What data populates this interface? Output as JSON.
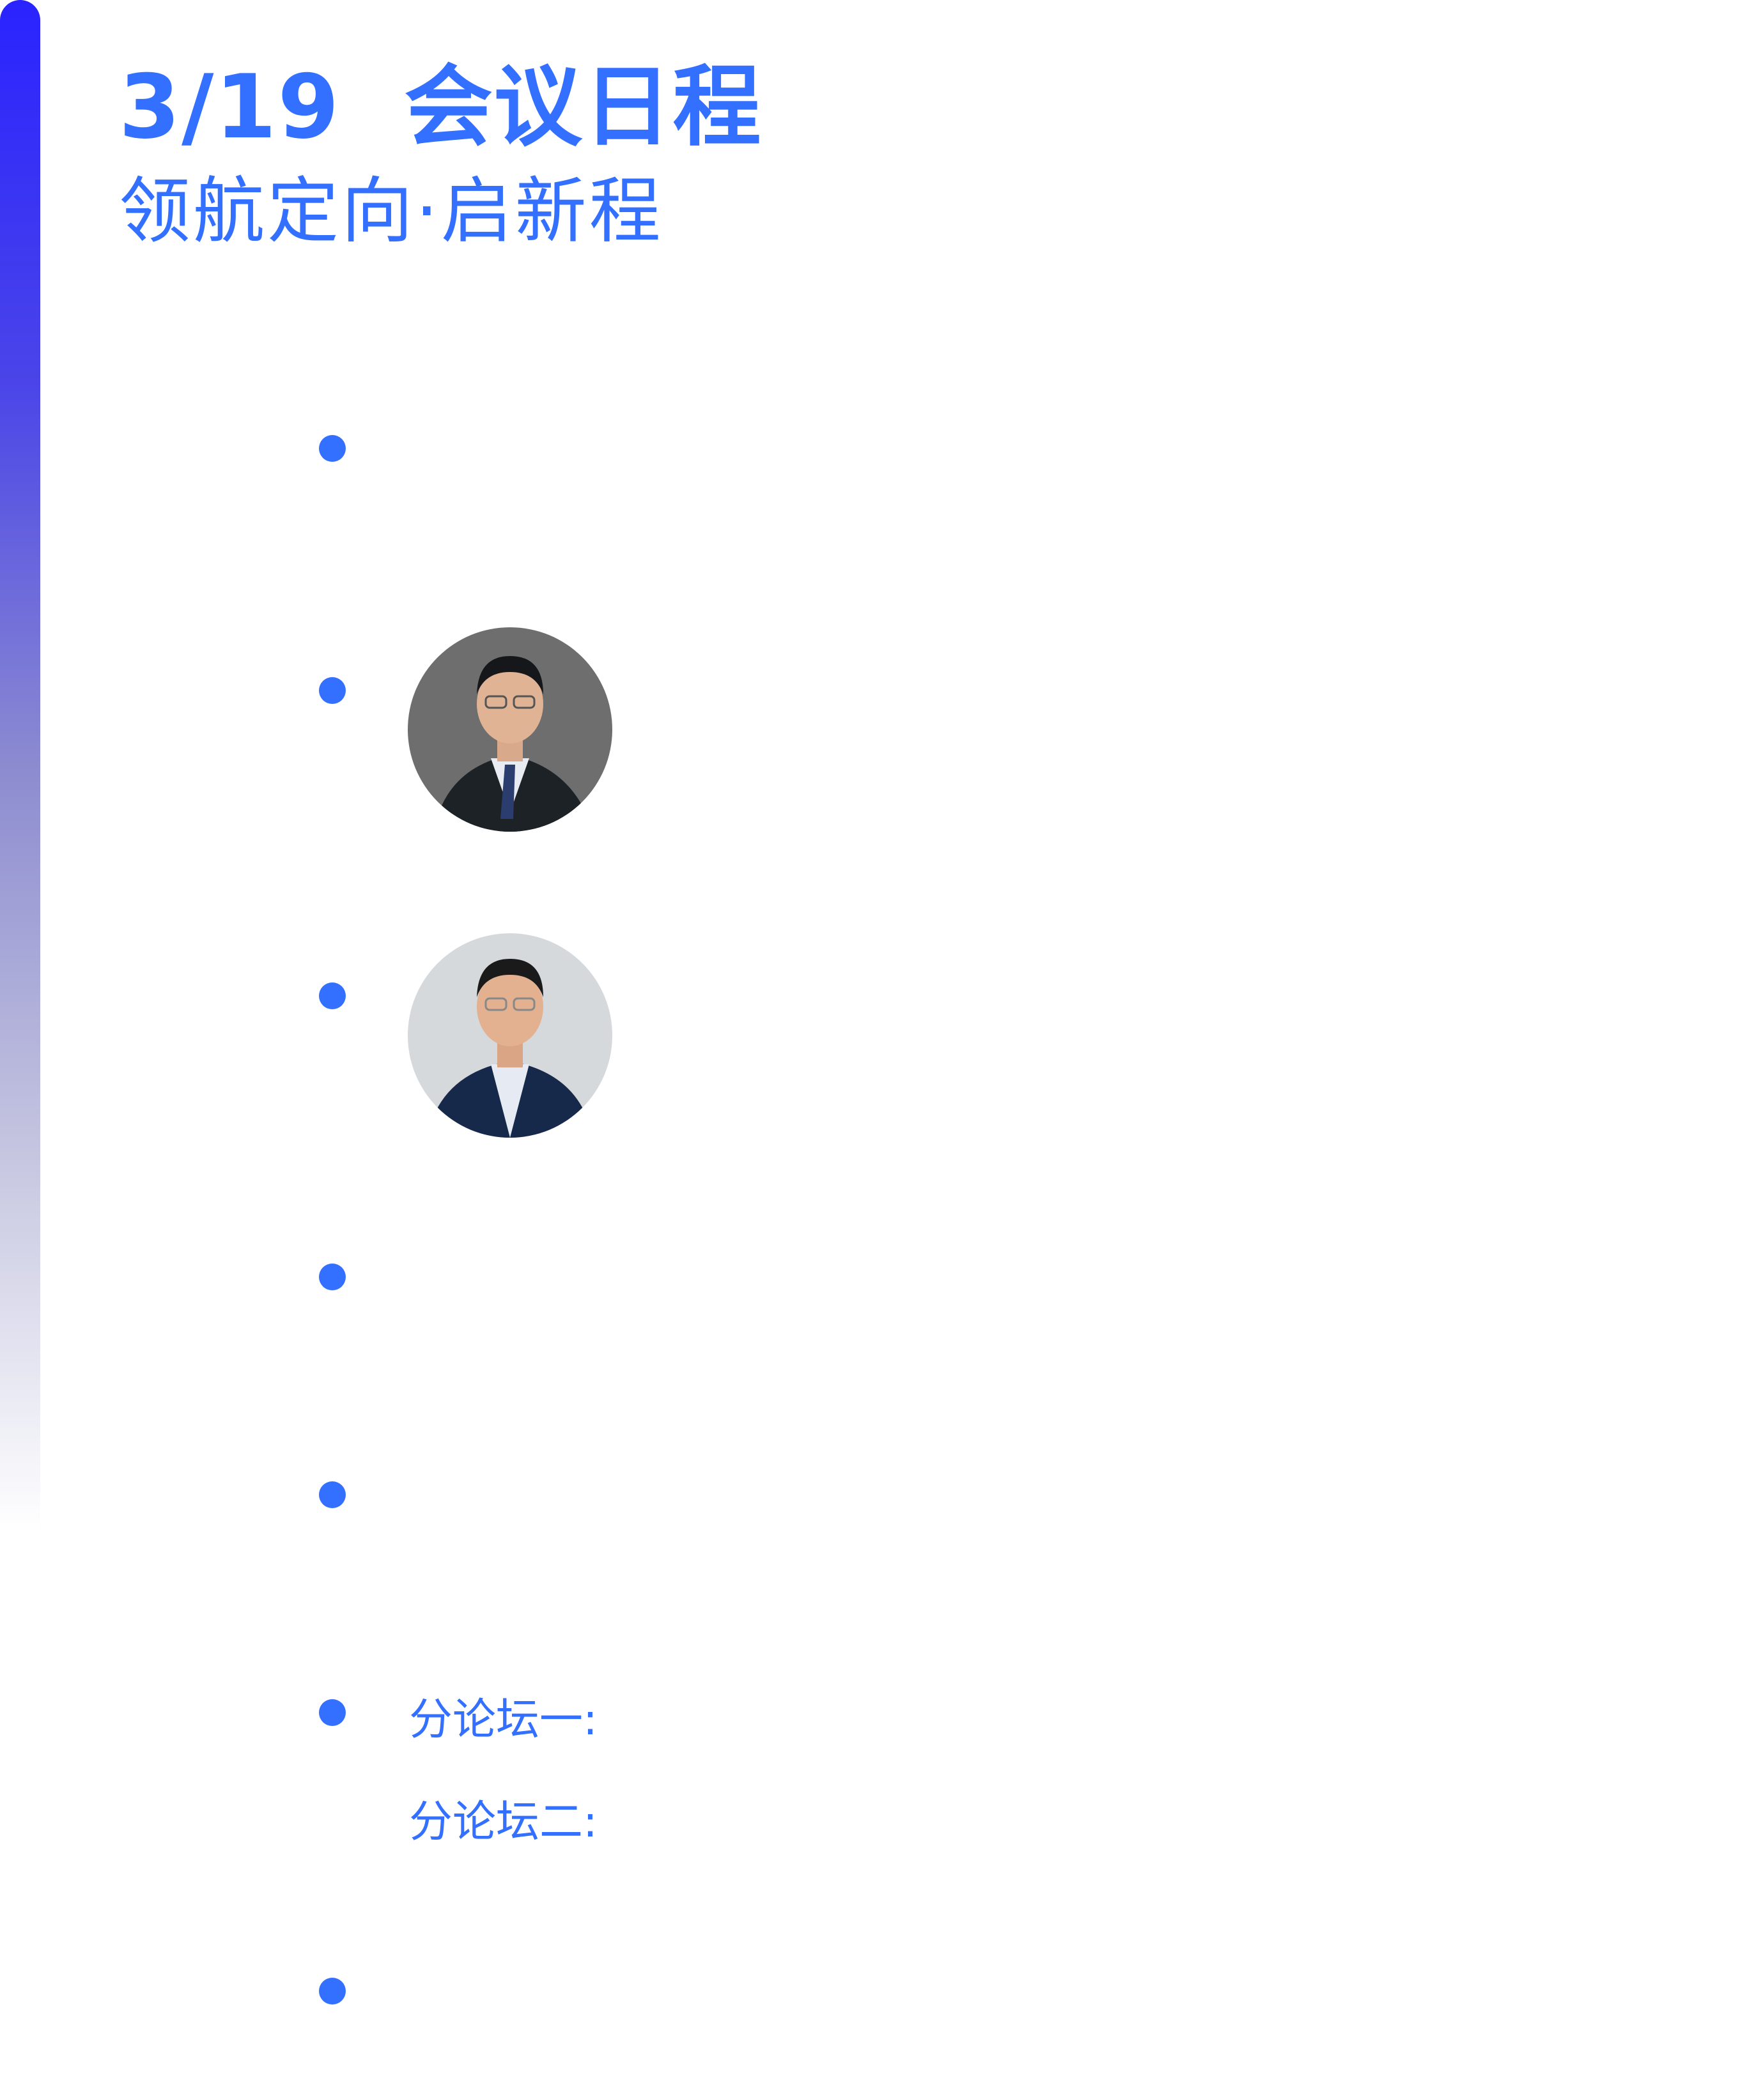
{
  "header": {
    "date": "3/19",
    "title": "会议日程",
    "subtitle": "领航定向·启新程"
  },
  "colors": {
    "accent": "#3370ff",
    "bar_top": "#2a23ff"
  },
  "forums": [
    {
      "label": "分论坛一:"
    },
    {
      "label": "分论坛二:"
    }
  ],
  "speakers": [
    {
      "photo": "speaker-photo-1"
    },
    {
      "photo": "speaker-photo-2"
    }
  ]
}
